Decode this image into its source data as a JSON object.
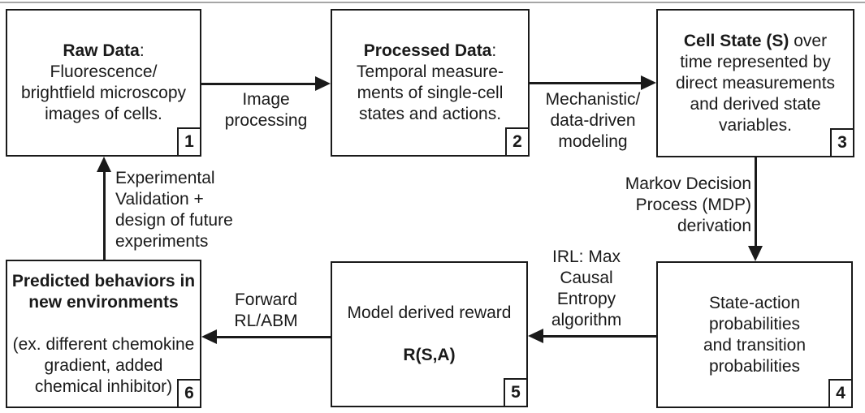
{
  "diagram": {
    "background": "#ffffff",
    "ink": "#1a1a1a",
    "top_rule_color": "#a6a6a6",
    "boxes": [
      {
        "number": "1",
        "bold": "Raw Data",
        "body": [
          ":",
          "Fluorescence/",
          "brightfield microscopy",
          "images of cells."
        ]
      },
      {
        "number": "2",
        "bold": "Processed Data",
        "body": [
          ":",
          "Temporal measure-",
          "ments of single-cell",
          "states and actions."
        ]
      },
      {
        "number": "3",
        "bold": "Cell State (S)",
        "body": [
          " over",
          "time represented by",
          "direct measurements",
          "and derived state",
          "variables."
        ]
      },
      {
        "number": "4",
        "body": [
          "State-action",
          "probabilities",
          "and transition",
          "probabilities"
        ]
      },
      {
        "number": "5",
        "line1": "Model derived reward",
        "line2_bold": "R(S,A)"
      },
      {
        "number": "6",
        "bold": [
          "Predicted behaviors in",
          "new environments"
        ],
        "body": [
          "(ex. different chemokine",
          "gradient, added",
          "chemical inhibitor)"
        ]
      }
    ],
    "arrows": [
      {
        "from": "1",
        "to": "2",
        "label": [
          "Image",
          "processing"
        ]
      },
      {
        "from": "2",
        "to": "3",
        "label": [
          "Mechanistic/",
          "data-driven",
          "modeling"
        ]
      },
      {
        "from": "3",
        "to": "4",
        "label": [
          "Markov Decision",
          "Process (MDP)",
          "derivation"
        ]
      },
      {
        "from": "4",
        "to": "5",
        "label": [
          "IRL: Max",
          "Causal",
          "Entropy",
          "algorithm"
        ]
      },
      {
        "from": "5",
        "to": "6",
        "label": [
          "Forward",
          "RL/ABM"
        ]
      },
      {
        "from": "6",
        "to": "1",
        "label": [
          "Experimental",
          "Validation +",
          "design of future",
          "experiments"
        ]
      }
    ]
  }
}
